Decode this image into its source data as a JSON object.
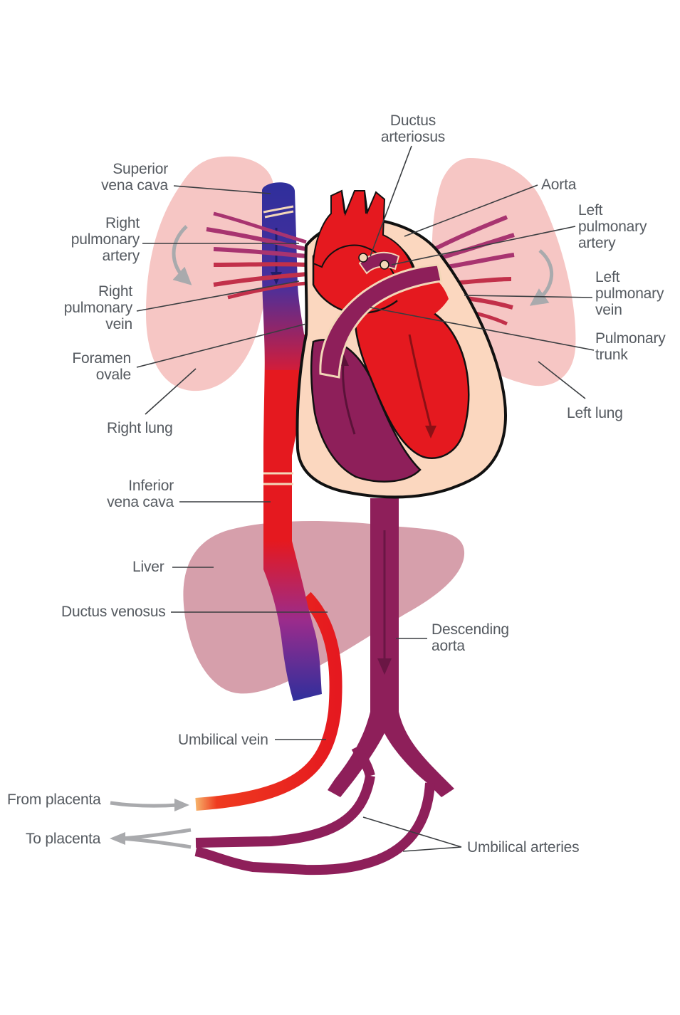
{
  "colors": {
    "oxygenated": "#e5191f",
    "deoxygenated": "#2f2f9c",
    "mixed": "#8e1f5a",
    "lung": "#f6c6c4",
    "liver": "#cf8e9c",
    "heart_wall": "#fbd7bf",
    "flow_arrow": "#a9aaad"
  },
  "labels": {
    "ductus_arteriosus": "Ductus\narteriosus",
    "superior_vena_cava": "Superior\nvena cava",
    "aorta": "Aorta",
    "right_pulmonary_artery": "Right\npulmonary\nartery",
    "left_pulmonary_artery": "Left\npulmonary\nartery",
    "right_pulmonary_vein": "Right\npulmonary\nvein",
    "left_pulmonary_vein": "Left\npulmonary\nvein",
    "foramen_ovale": "Foramen\novale",
    "pulmonary_trunk": "Pulmonary\ntrunk",
    "right_lung": "Right lung",
    "left_lung": "Left lung",
    "inferior_vena_cava": "Inferior\nvena cava",
    "liver": "Liver",
    "ductus_venosus": "Ductus venosus",
    "descending_aorta": "Descending\naorta",
    "umbilical_vein": "Umbilical vein",
    "from_placenta": "From placenta",
    "to_placenta": "To placenta",
    "umbilical_arteries": "Umbilical arteries"
  }
}
